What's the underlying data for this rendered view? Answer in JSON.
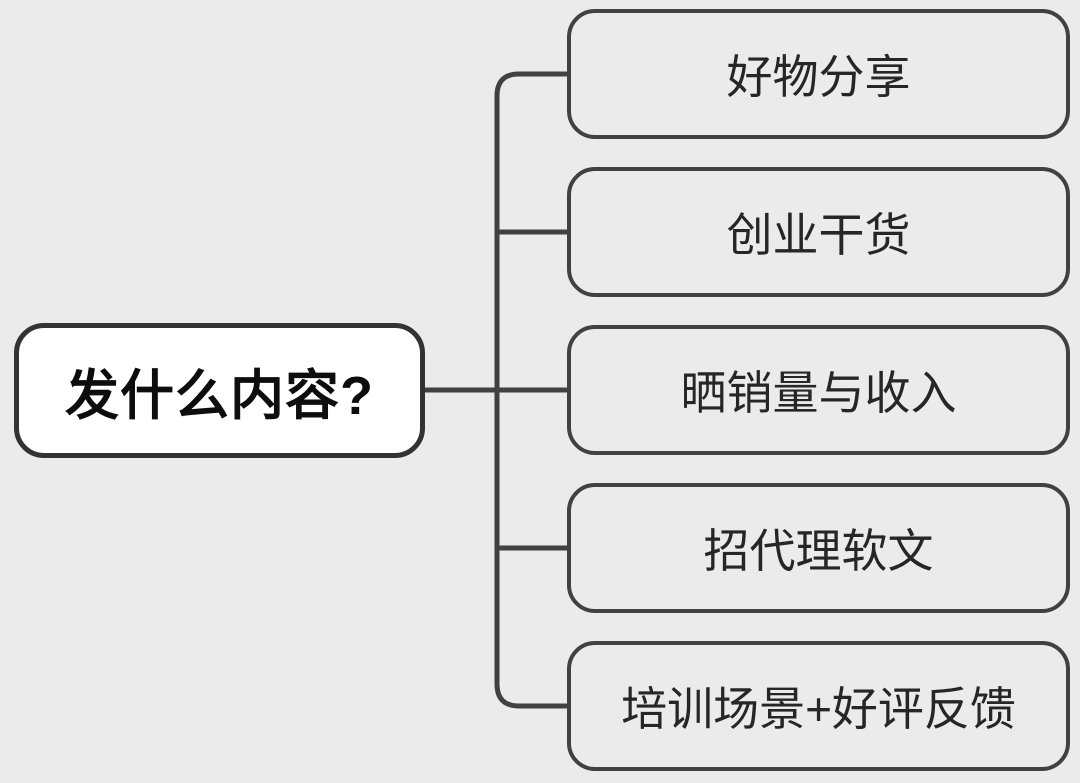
{
  "diagram": {
    "type": "mindmap",
    "background_color": "#ebebeb",
    "line_color": "#414141",
    "root": {
      "label": "发什么内容?",
      "fill": "#ffffff",
      "border_color": "#333333",
      "text_color": "#0d0d0d",
      "bold": true
    },
    "children": [
      {
        "label": "好物分享"
      },
      {
        "label": "创业干货"
      },
      {
        "label": "晒销量与收入"
      },
      {
        "label": "招代理软文"
      },
      {
        "label": "培训场景+好评反馈"
      }
    ],
    "child_style": {
      "fill": "#ebebeb",
      "border_color": "#414141",
      "text_color": "#262626"
    }
  }
}
